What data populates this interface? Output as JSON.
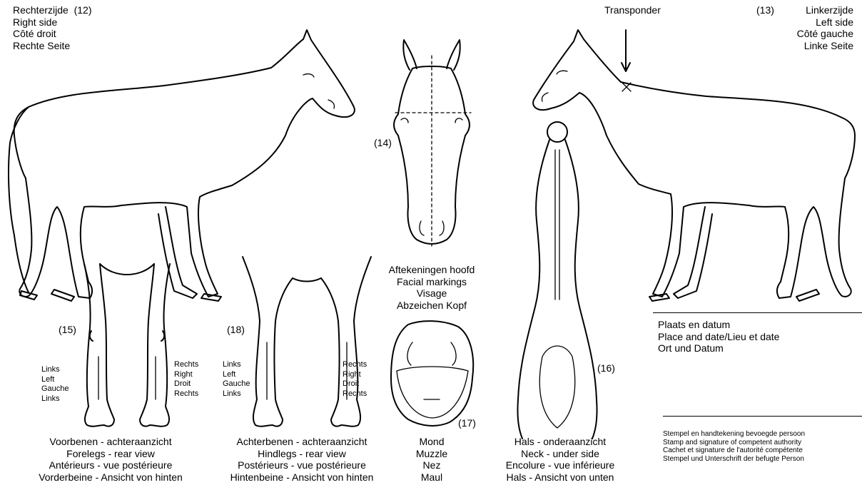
{
  "right_side": {
    "number": "(12)",
    "labels": [
      "Rechterzijde",
      "Right side",
      "Côté droit",
      "Rechte Seite"
    ]
  },
  "left_side": {
    "number": "(13)",
    "labels": [
      "Linkerzijde",
      "Left side",
      "Côté gauche",
      "Linke Seite"
    ]
  },
  "transponder": "Transponder",
  "head_number": "(14)",
  "facial_markings": [
    "Aftekeningen hoofd",
    "Facial markings",
    "Visage",
    "Abzeichen Kopf"
  ],
  "forelegs": {
    "number": "(15)",
    "left_labels": [
      "Links",
      "Left",
      "Gauche",
      "Links"
    ],
    "right_labels": [
      "Rechts",
      "Right",
      "Droit",
      "Rechts"
    ],
    "caption": [
      "Voorbenen - achteraanzicht",
      "Forelegs - rear view",
      "Antérieurs - vue postérieure",
      "Vorderbeine - Ansicht von hinten"
    ]
  },
  "hindlegs": {
    "number": "(18)",
    "left_labels": [
      "Links",
      "Left",
      "Gauche",
      "Links"
    ],
    "right_labels": [
      "Rechts",
      "Right",
      "Droit",
      "Rechts"
    ],
    "caption": [
      "Achterbenen - achteraanzicht",
      "Hindlegs - rear view",
      "Postérieurs - vue postérieure",
      "Hintenbeine - Ansicht von hinten"
    ]
  },
  "muzzle": {
    "number": "(17)",
    "caption": [
      "Mond",
      "Muzzle",
      "Nez",
      "Maul"
    ]
  },
  "neck": {
    "number": "(16)",
    "caption": [
      "Hals - onderaanzicht",
      "Neck - under side",
      "Encolure - vue inférieure",
      "Hals - Ansicht von unten"
    ]
  },
  "place_date": [
    "Plaats en datum",
    "Place and date/Lieu et date",
    "Ort und Datum"
  ],
  "stamp": [
    "Stempel en handtekening bevoegde persoon",
    "Stamp and signature of competent authority",
    "Cachet et signature de l'autorité compétente",
    "Stempel und Unterschrift der befugte Person"
  ]
}
